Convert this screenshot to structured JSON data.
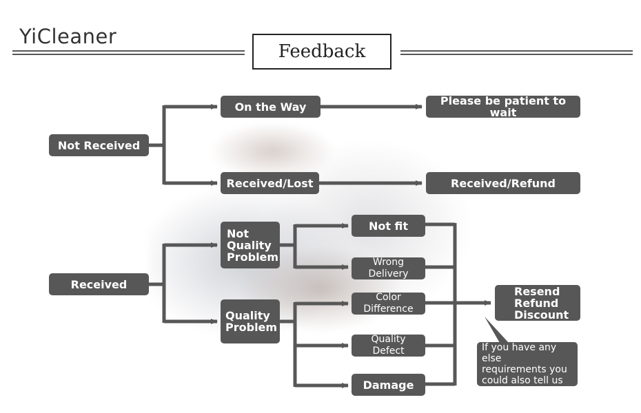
{
  "header": {
    "brand": "YiCleaner",
    "title": "Feedback"
  },
  "nodes": {
    "not_received": "Not Received",
    "on_the_way": "On the Way",
    "please_wait": "Please be patient to wait",
    "received_lost": "Received/Lost",
    "received_refund": "Received/Refund",
    "received": "Received",
    "not_quality_problem": "Not\nQuality\nProblem",
    "quality_problem": "Quality\nProblem",
    "not_fit": "Not fit",
    "wrong_delivery": "Wrong Delivery",
    "color_difference": "Color Difference",
    "quality_defect": "Quality Defect",
    "damage": "Damage",
    "resend_refund_discount": "Resend\nRefund\nDiscount",
    "note": "If you have any else\nrequirements you\ncould also tell us"
  },
  "colors": {
    "node_fill": "#575757",
    "connector": "#575757",
    "text": "#ffffff"
  }
}
